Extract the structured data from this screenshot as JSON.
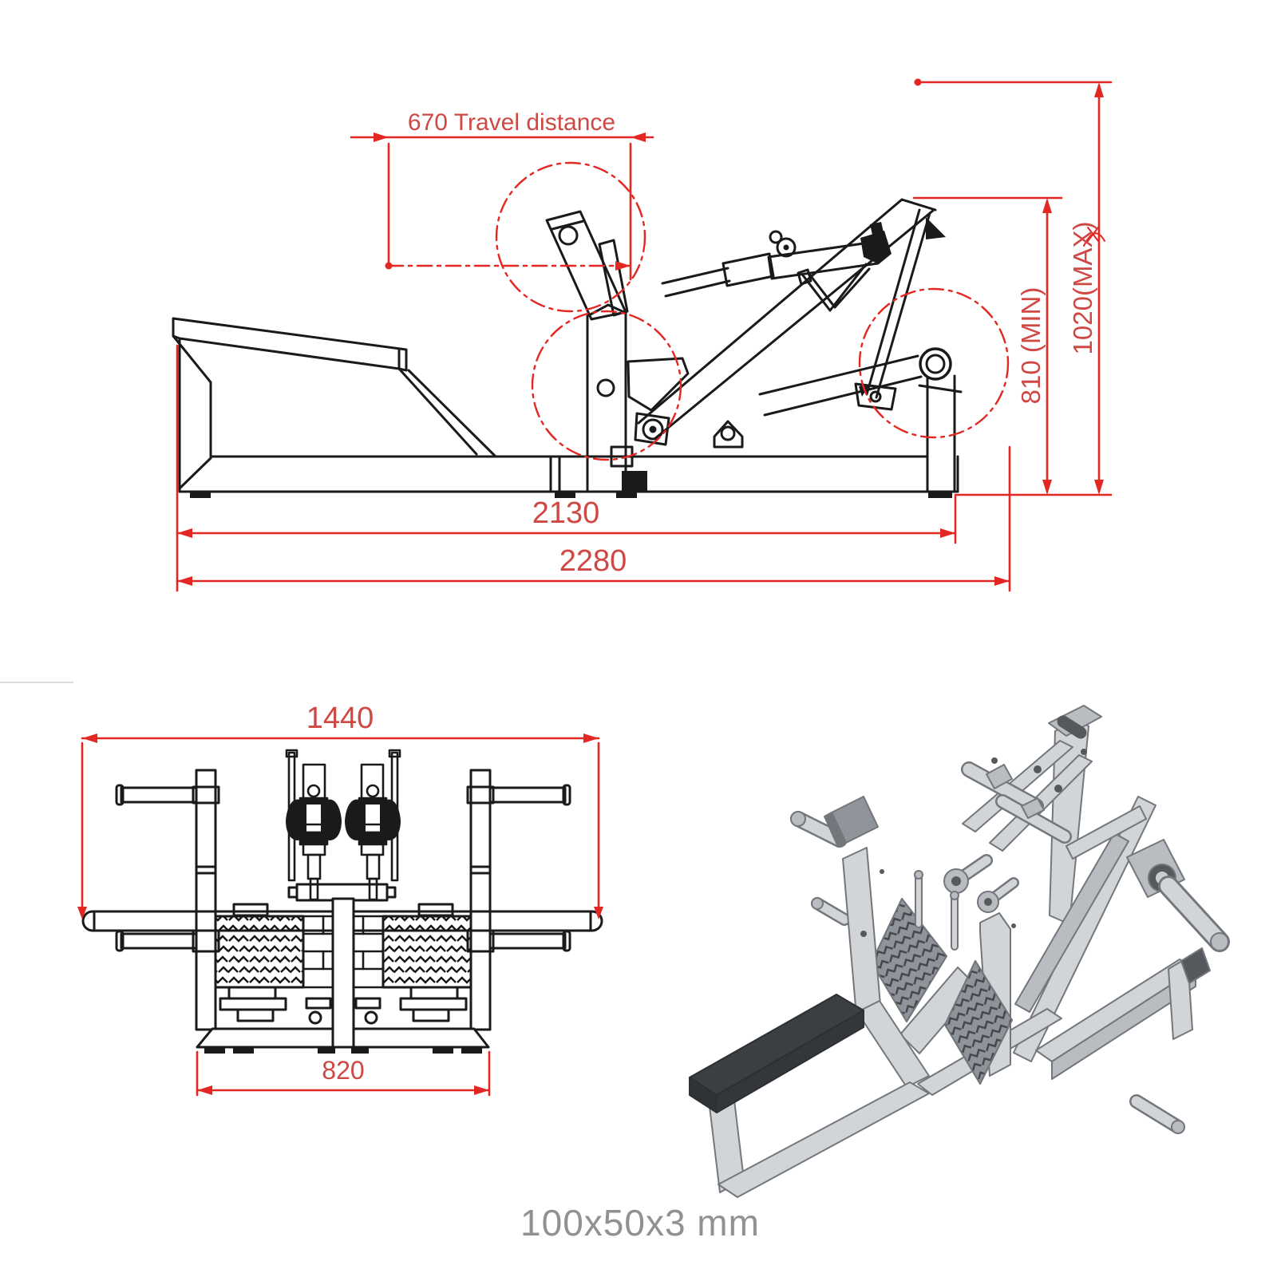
{
  "document": {
    "type": "technical-drawing",
    "subject": "plate-loaded t-bar squat / row machine, dimensioned views"
  },
  "colors": {
    "dimension_line": "#e32722",
    "dimension_text": "#cf4843",
    "drawing_line": "#1a1a1a",
    "caption_text": "#8f9194",
    "render_light": "#d2d5d8",
    "render_mid": "#b9bdc1",
    "render_dark": "#55585d",
    "bench_pad": "#3b3e43"
  },
  "side_view": {
    "dimensions": {
      "travel": "670 Travel distance",
      "height_min": "810 (MIN)",
      "height_max": "1020(MAX)",
      "length_inner": "2130",
      "length_overall": "2280"
    }
  },
  "front_view": {
    "dimensions": {
      "width_overall": "1440",
      "base_width": "820"
    }
  },
  "caption": {
    "text": "100x50x3 mm"
  }
}
